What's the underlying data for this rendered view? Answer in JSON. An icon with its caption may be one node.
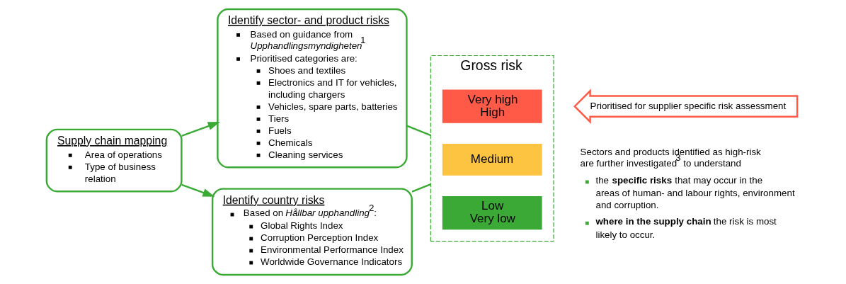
{
  "diagram": {
    "nodes": [
      {
        "text": [
          "Supply chain mapping",
          "Area of operations",
          "Type of business relation"
        ]
      },
      {
        "text": [
          "Identify sector- and product risks",
          "Based on guidance from *Upphandlingsmyndigheten*$^{1}$",
          "Prioritised categories are:",
          "Shoes and textiles",
          "Electronics and IT for vehicles, including chargers",
          "Vehicles, spare parts, batteries",
          "Tiers",
          "Fuels",
          "Chemicals",
          "Cleaning services"
        ]
      },
      {
        "text": [
          "Identify country risks",
          "Based on *Hållbar upphandling*$^{2}$:",
          "Global Rights Index",
          "Corruption Perception Index",
          "Environmental Performance Index",
          "Worldwide Governance Indicators"
        ]
      },
      {
        "text": [
          "Gross risk"
        ]
      },
      {
        "text": [
          "Very high",
          "High"
        ],
        "in": 3
      },
      {
        "text": [
          "Medium"
        ],
        "in": 3
      },
      {
        "text": [
          "Low",
          "Very low"
        ],
        "in": 3
      },
      {
        "text": [
          "Prioritised for supplier specific risk assessment"
        ]
      }
    ],
    "edges": [
      {
        "from": 0,
        "to": 1,
        "arrow": "to"
      },
      {
        "from": 0,
        "to": 2,
        "arrow": "to"
      },
      {
        "from": 1,
        "to": 3,
        "arrow": "none"
      },
      {
        "from": 2,
        "to": 3,
        "arrow": "none"
      }
    ],
    "labels": [
      "Sectors and products identified as high-risk are further investigated$^{3}$ to understand",
      "the **specific risks** that may occur in the areas of human- and labour rights, environment and corruption.",
      "**where in the supply chain** the risk is most likely to occur."
    ]
  }
}
